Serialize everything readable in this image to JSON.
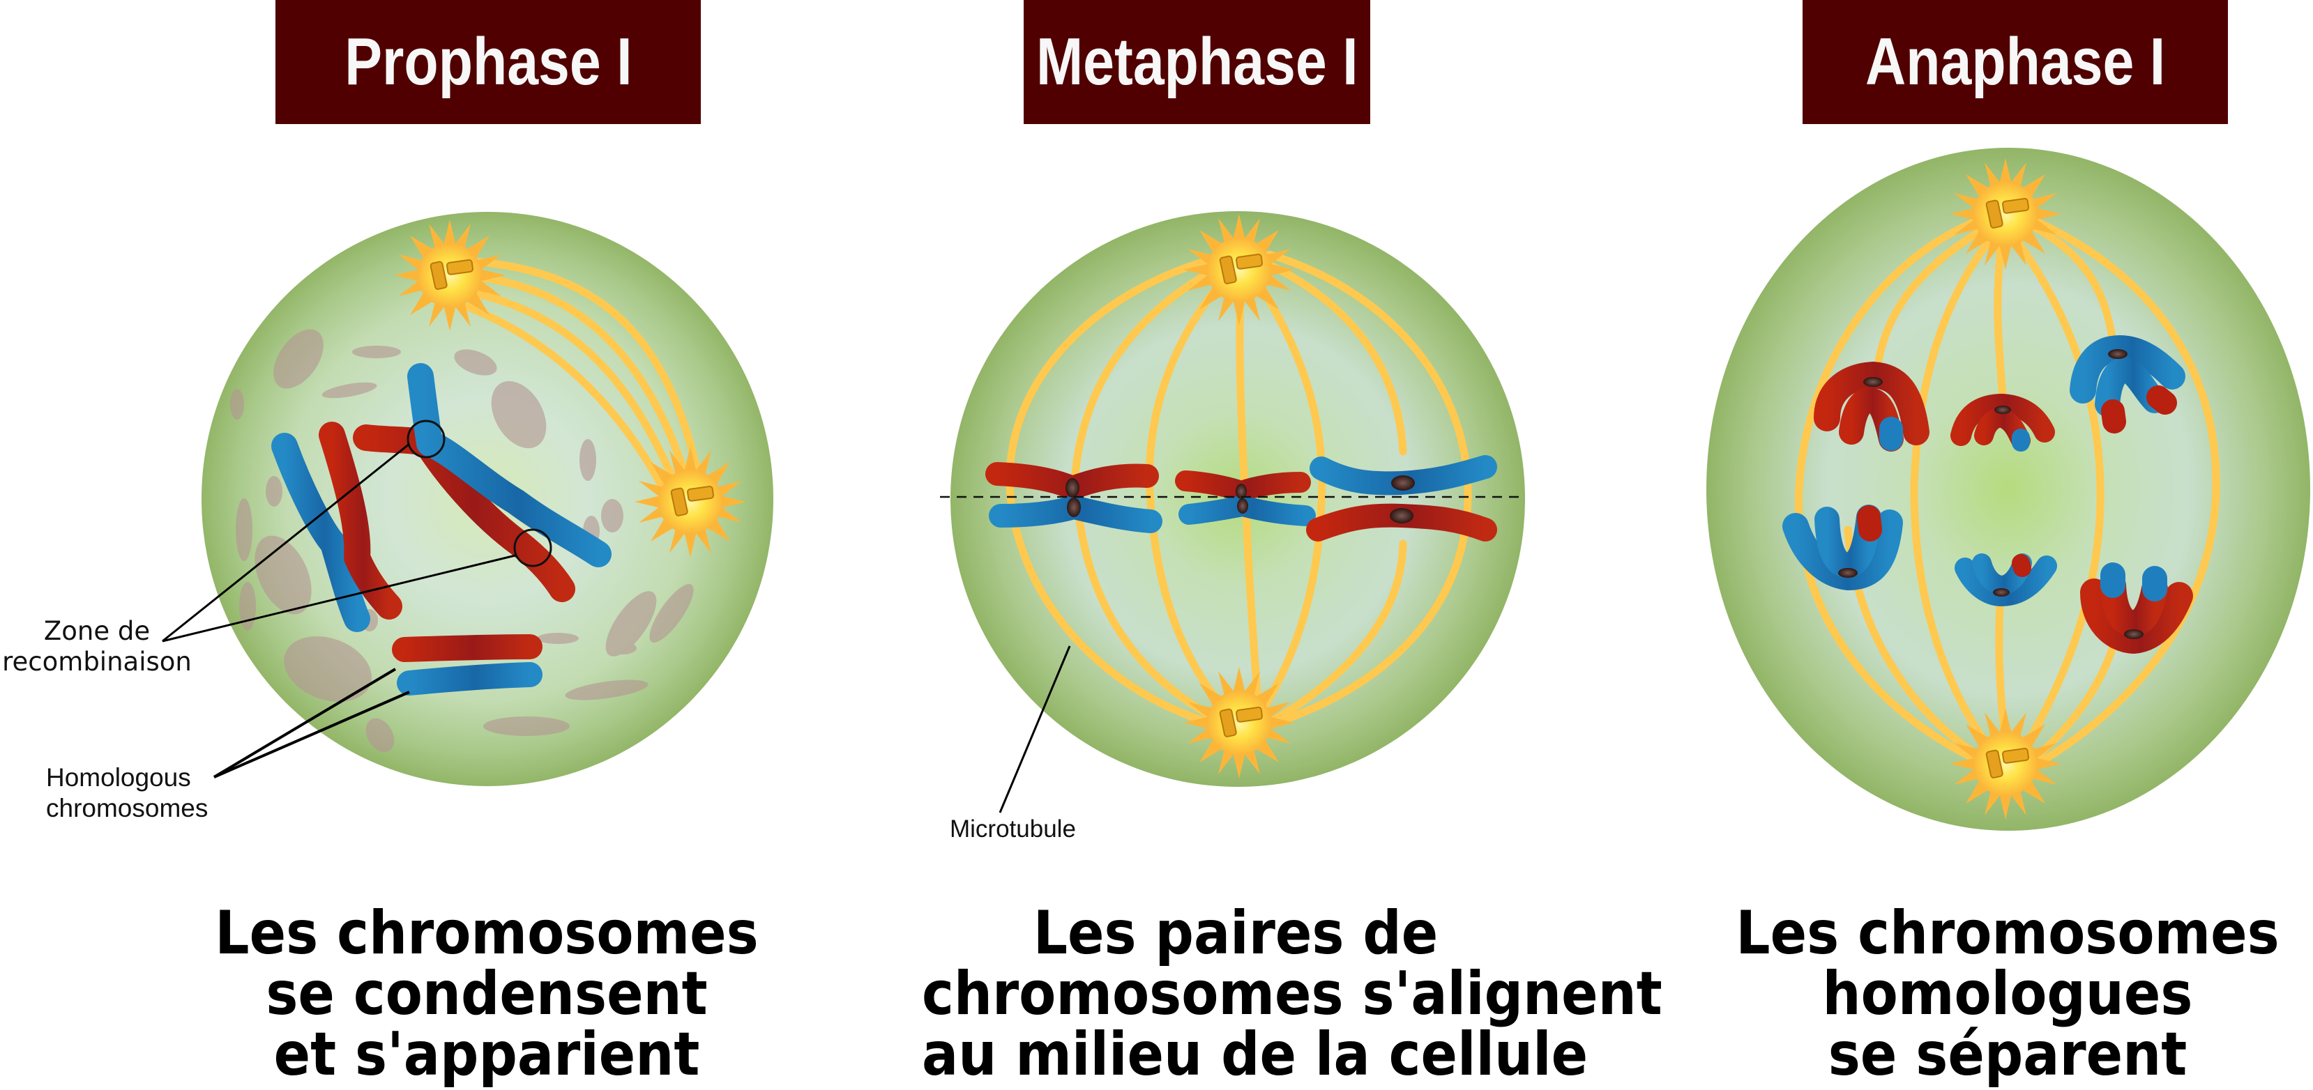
{
  "figure": {
    "colors": {
      "header_bg": "#500000",
      "header_text": "#f7f7f7",
      "cell_outer": "#93b668",
      "cell_inner": "#d8ead0",
      "microtubule": "#ffc94f",
      "chromosome_red": "#b8200f",
      "chromosome_blue": "#1a72b0",
      "centrosome": "#ffe04a",
      "organelle": "#b39694"
    },
    "panels": [
      {
        "id": "prophase",
        "title": "Prophase I",
        "caption_lines": [
          "Les chromosomes",
          "se condensent",
          "et s'apparient"
        ],
        "labels": {
          "recombination": [
            "Zone de",
            "recombinaison"
          ],
          "homologous": [
            "Homologous",
            "chromosomes"
          ]
        },
        "icons": [
          "centrosome-icon",
          "chromosome-icon",
          "microtubule-icon"
        ]
      },
      {
        "id": "metaphase",
        "title": "Metaphase I",
        "caption_lines": [
          "Les paires de",
          "chromosomes s'alignent",
          "au milieu de la cellule"
        ],
        "labels": {
          "microtubule": "Microtubule"
        },
        "icons": [
          "centrosome-icon",
          "chromosome-icon",
          "metaphase-plate-line"
        ]
      },
      {
        "id": "anaphase",
        "title": "Anaphase I",
        "caption_lines": [
          "Les chromosomes",
          "homologues",
          "se séparent"
        ],
        "icons": [
          "centrosome-icon",
          "chromosome-icon",
          "microtubule-icon"
        ]
      }
    ]
  }
}
